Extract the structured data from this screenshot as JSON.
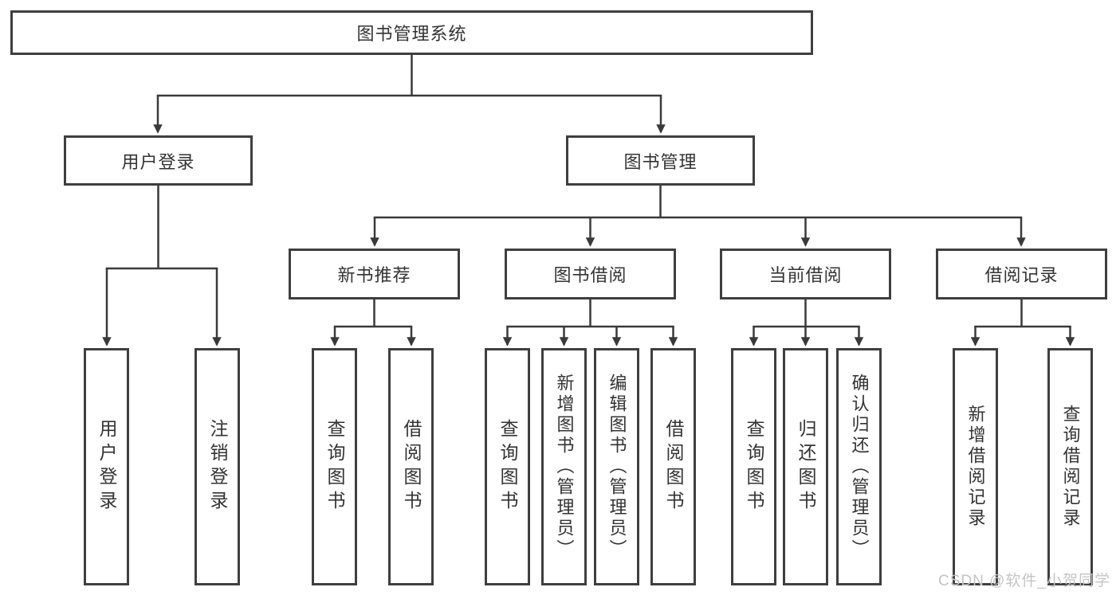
{
  "diagram_title": "图书管理系统",
  "tree": {
    "label": "图书管理系统",
    "children": [
      {
        "label": "用户登录",
        "children": [
          {
            "label": "用户登录"
          },
          {
            "label": "注销登录"
          }
        ]
      },
      {
        "label": "图书管理",
        "children": [
          {
            "label": "新书推荐",
            "children": [
              {
                "label": "查询图书"
              },
              {
                "label": "借阅图书"
              }
            ]
          },
          {
            "label": "图书借阅",
            "children": [
              {
                "label": "查询图书"
              },
              {
                "label": "新增图书（管理员）"
              },
              {
                "label": "编辑图书（管理员）"
              },
              {
                "label": "借阅图书"
              }
            ]
          },
          {
            "label": "当前借阅",
            "children": [
              {
                "label": "查询图书"
              },
              {
                "label": "归还图书"
              },
              {
                "label": "确认归还（管理员）"
              }
            ]
          },
          {
            "label": "借阅记录",
            "children": [
              {
                "label": "新增借阅记录"
              },
              {
                "label": "查询借阅记录"
              }
            ]
          }
        ]
      }
    ]
  },
  "watermark": "CSDN @软件_小贺同学",
  "colors": {
    "line": "#3a3a3a",
    "border": "#3f3f3f",
    "text": "#333333",
    "watermark": "#c4c4c4",
    "background": "#ffffff"
  }
}
